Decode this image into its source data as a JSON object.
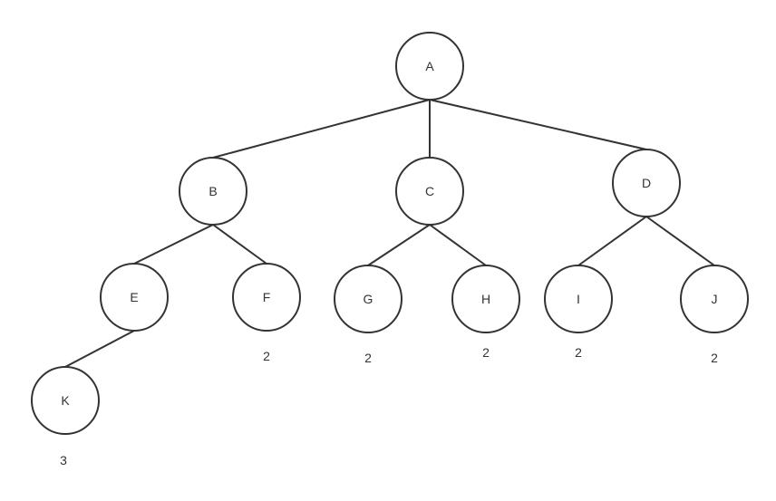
{
  "nodes": [
    {
      "id": "A",
      "label": "A"
    },
    {
      "id": "B",
      "label": "B"
    },
    {
      "id": "C",
      "label": "C"
    },
    {
      "id": "D",
      "label": "D"
    },
    {
      "id": "E",
      "label": "E"
    },
    {
      "id": "F",
      "label": "F"
    },
    {
      "id": "G",
      "label": "G"
    },
    {
      "id": "H",
      "label": "H"
    },
    {
      "id": "I",
      "label": "I"
    },
    {
      "id": "J",
      "label": "J"
    },
    {
      "id": "K",
      "label": "K"
    }
  ],
  "edges": [
    [
      "A",
      "B"
    ],
    [
      "A",
      "C"
    ],
    [
      "A",
      "D"
    ],
    [
      "B",
      "E"
    ],
    [
      "B",
      "F"
    ],
    [
      "C",
      "G"
    ],
    [
      "C",
      "H"
    ],
    [
      "D",
      "I"
    ],
    [
      "D",
      "J"
    ],
    [
      "E",
      "K"
    ]
  ],
  "leaf_values": {
    "F": "2",
    "G": "2",
    "H": "2",
    "I": "2",
    "J": "2",
    "K": "3"
  },
  "colors": {
    "stroke": "#333333",
    "fill": "#ffffff"
  }
}
